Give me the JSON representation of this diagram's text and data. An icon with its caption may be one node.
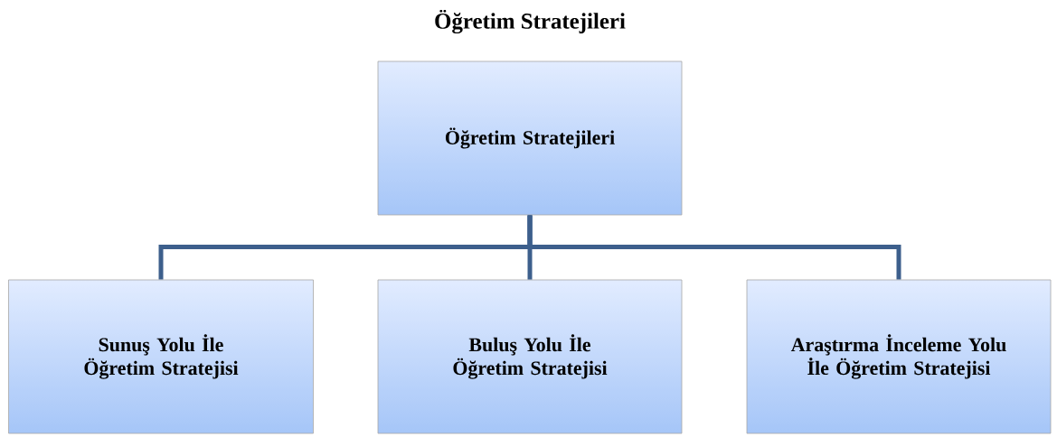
{
  "diagram": {
    "title": "Öğretim Stratejileri",
    "nodes": [
      {
        "text": [
          "Öğretim Stratejileri"
        ]
      },
      {
        "text": [
          "Sunuş Yolu İle Öğretim Stratejisi"
        ]
      },
      {
        "text": [
          "Buluş Yolu İle Öğretim Stratejisi"
        ]
      },
      {
        "text": [
          "Araştırma İnceleme Yolu İle Öğretim Stratejisi"
        ]
      }
    ],
    "edges": [
      {
        "from": 0,
        "to": 1,
        "arrow": "none"
      },
      {
        "from": 0,
        "to": 2,
        "arrow": "none"
      },
      {
        "from": 0,
        "to": 3,
        "arrow": "none"
      }
    ]
  }
}
